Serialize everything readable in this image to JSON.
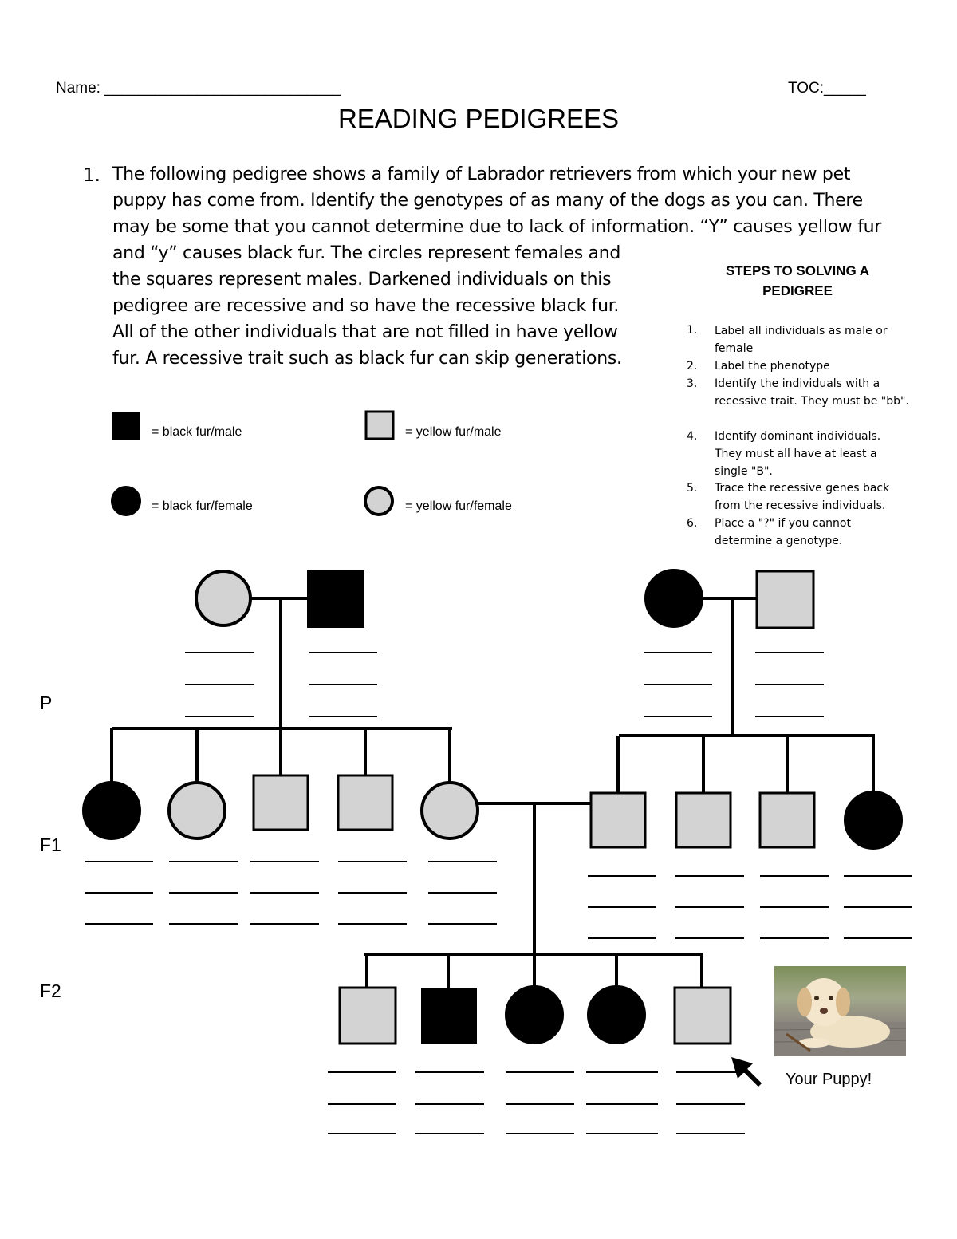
{
  "header": {
    "name_label": "Name: ____________________________",
    "toc_label": "TOC:_____",
    "title": "READING PEDIGREES"
  },
  "question": {
    "number": "1.",
    "lines": [
      "The following pedigree shows a family of Labrador retrievers from which your new pet",
      "puppy has come from.  Identify the genotypes of as many of the dogs as you can.  There",
      "may be some that you cannot determine due to lack of information. “Y” causes yellow fur",
      "and “y” causes black fur.  The circles represent females and",
      "the squares represent males.  Darkened individuals on this",
      "pedigree are recessive and so have the recessive black fur.",
      "All of the other individuals that are not filled in have yellow",
      "fur.  A recessive trait such as black fur can skip generations."
    ]
  },
  "steps": {
    "title_line1": "STEPS TO SOLVING A",
    "title_line2": "PEDIGREE",
    "items": [
      {
        "num": "1.",
        "text": "Label all individuals as male or female"
      },
      {
        "num": "2.",
        "text": "Label the phenotype"
      },
      {
        "num": "3.",
        "text": "Identify the individuals with a recessive trait.  They must be \"bb\"."
      },
      {
        "num": "4.",
        "text": "Identify dominant individuals.  They must all have at least a single \"B\"."
      },
      {
        "num": "5.",
        "text": "Trace the recessive genes back from the recessive individuals."
      },
      {
        "num": "6.",
        "text": "Place a \"?\" if you cannot determine a genotype."
      }
    ]
  },
  "legend": {
    "black_male": "= black fur/male",
    "yellow_male": "= yellow fur/male",
    "black_female": "= black fur/female",
    "yellow_female": "= yellow fur/female"
  },
  "generations": {
    "p": "P",
    "f1": "F1",
    "f2": "F2"
  },
  "puppy": {
    "label": "Your Puppy!"
  },
  "colors": {
    "affected": "#000000",
    "unaffected": "#d3d3d3",
    "line": "#000000"
  }
}
